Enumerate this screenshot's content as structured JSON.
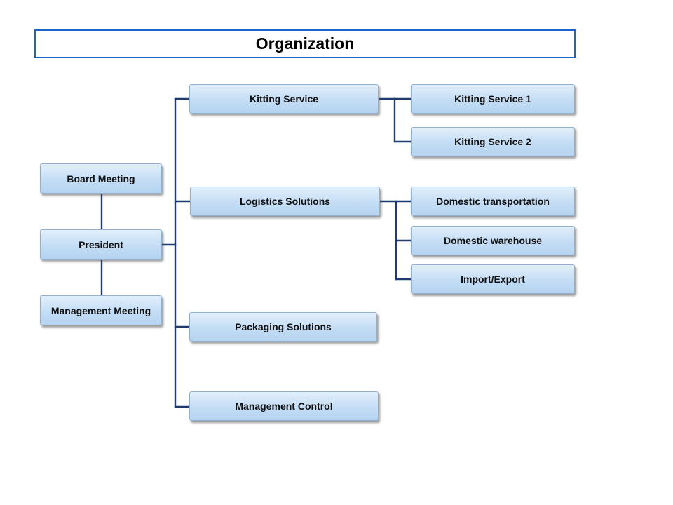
{
  "title": "Organization",
  "nodes": {
    "board_meeting": "Board Meeting",
    "president": "President",
    "management_meeting": "Management Meeting",
    "kitting_service": "Kitting Service",
    "logistics_solutions": "Logistics Solutions",
    "packaging_solutions": "Packaging Solutions",
    "management_control": "Management Control",
    "kitting_service_1": "Kitting Service 1",
    "kitting_service_2": "Kitting Service 2",
    "domestic_transportation": "Domestic transportation",
    "domestic_warehouse": "Domestic warehouse",
    "import_export": "Import/Export"
  },
  "colors": {
    "title_border": "#1e64c8",
    "connector": "#1f3c6e",
    "node_fill": "#c4ddf5"
  },
  "relations": [
    {
      "from": "board_meeting",
      "to": "president"
    },
    {
      "from": "president",
      "to": "management_meeting"
    },
    {
      "from": "president",
      "to": "kitting_service"
    },
    {
      "from": "president",
      "to": "logistics_solutions"
    },
    {
      "from": "president",
      "to": "packaging_solutions"
    },
    {
      "from": "president",
      "to": "management_control"
    },
    {
      "from": "kitting_service",
      "to": "kitting_service_1"
    },
    {
      "from": "kitting_service",
      "to": "kitting_service_2"
    },
    {
      "from": "logistics_solutions",
      "to": "domestic_transportation"
    },
    {
      "from": "logistics_solutions",
      "to": "domestic_warehouse"
    },
    {
      "from": "logistics_solutions",
      "to": "import_export"
    }
  ]
}
